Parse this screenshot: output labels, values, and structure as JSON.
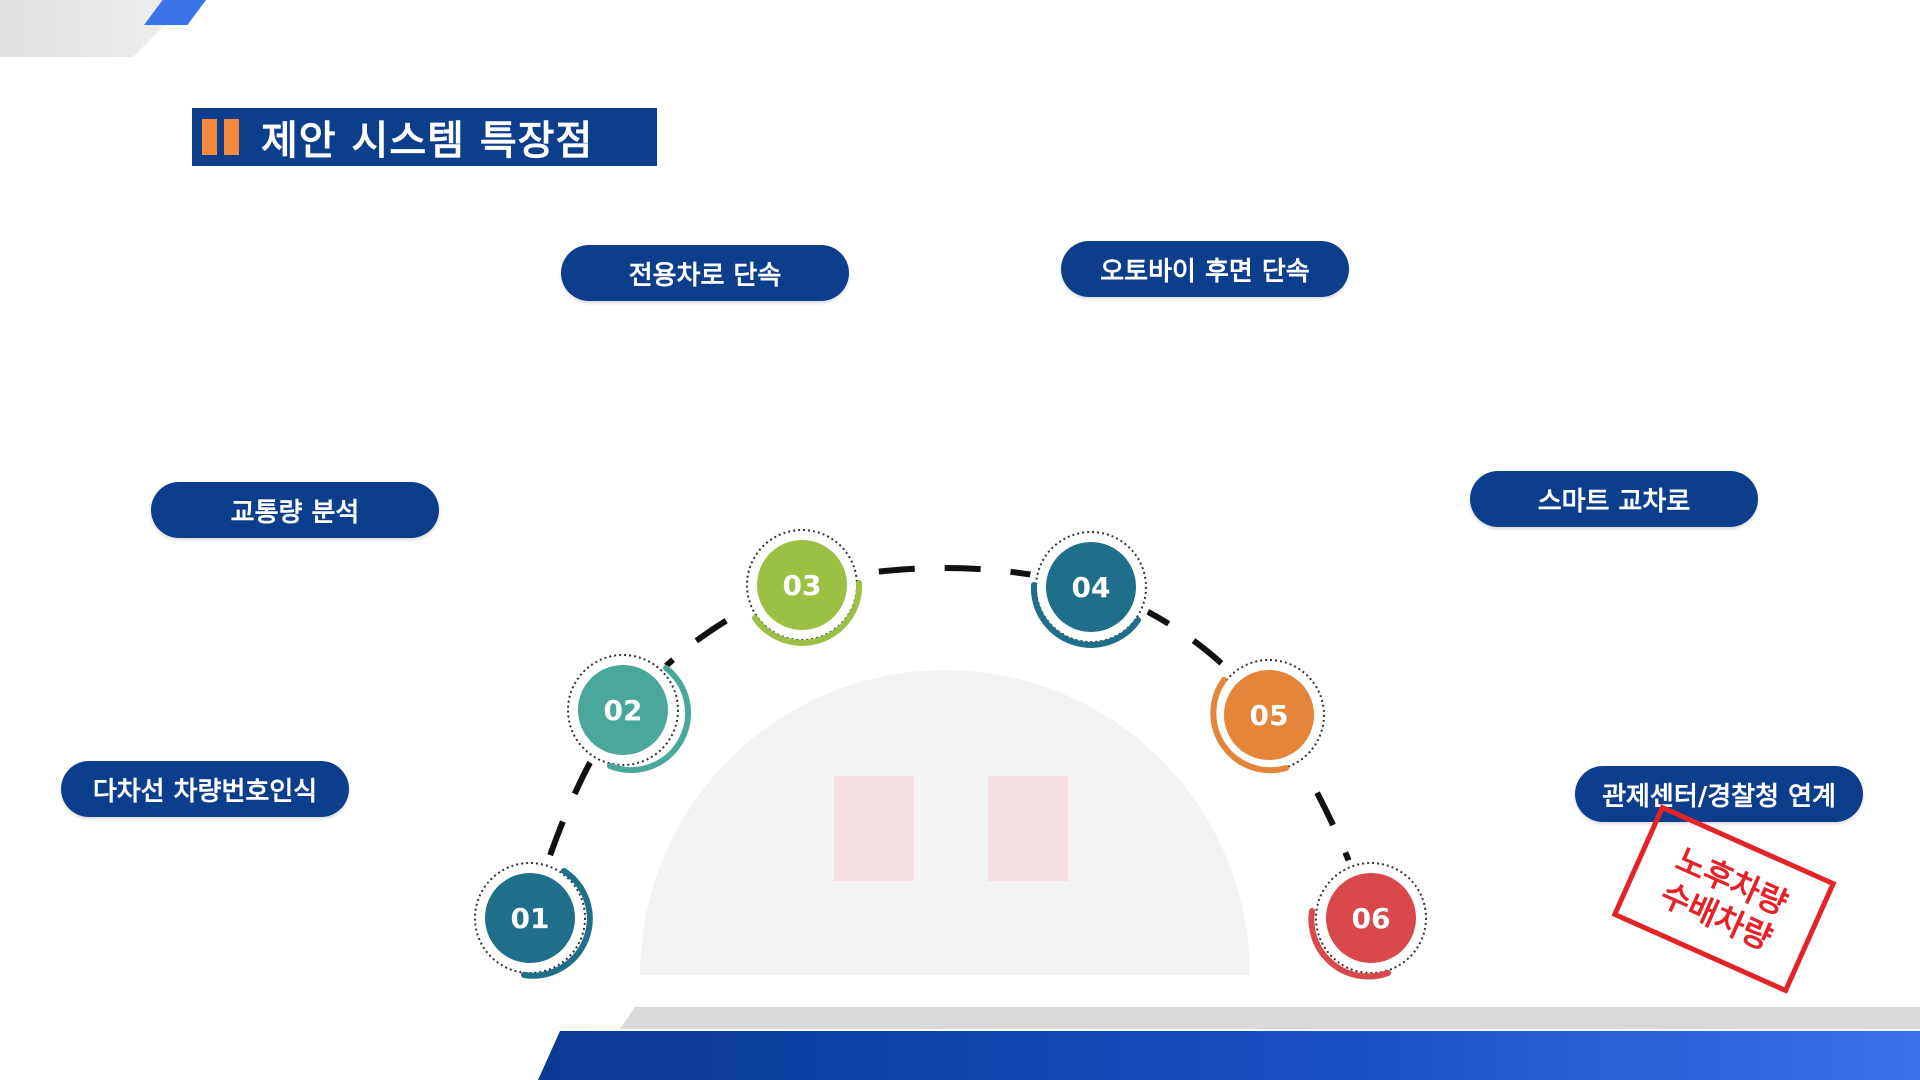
{
  "title": "제안 시스템 특장점",
  "features": {
    "dedicated_lane": "전용차로 단속",
    "motorcycle_rear": "오토바이 후면 단속",
    "traffic_analysis": "교통량 분석",
    "smart_intersection": "스마트 교차로",
    "multilane_lpr": "다차선 차량번호인식",
    "control_center": "관제센터/경찰청 연계"
  },
  "steps": [
    {
      "label": "01",
      "color": "#1f6f8b"
    },
    {
      "label": "02",
      "color": "#4aa89a"
    },
    {
      "label": "03",
      "color": "#9cc043"
    },
    {
      "label": "04",
      "color": "#1f6f8b"
    },
    {
      "label": "05",
      "color": "#e4853a"
    },
    {
      "label": "06",
      "color": "#d9484a"
    }
  ],
  "stamp": {
    "line1": "노후차량",
    "line2": "수배차량"
  },
  "colors": {
    "navy": "#0c3e8c",
    "accent_orange": "#f58a3d",
    "stamp_red": "#e42328",
    "bottom_blue": "#164ec2"
  }
}
